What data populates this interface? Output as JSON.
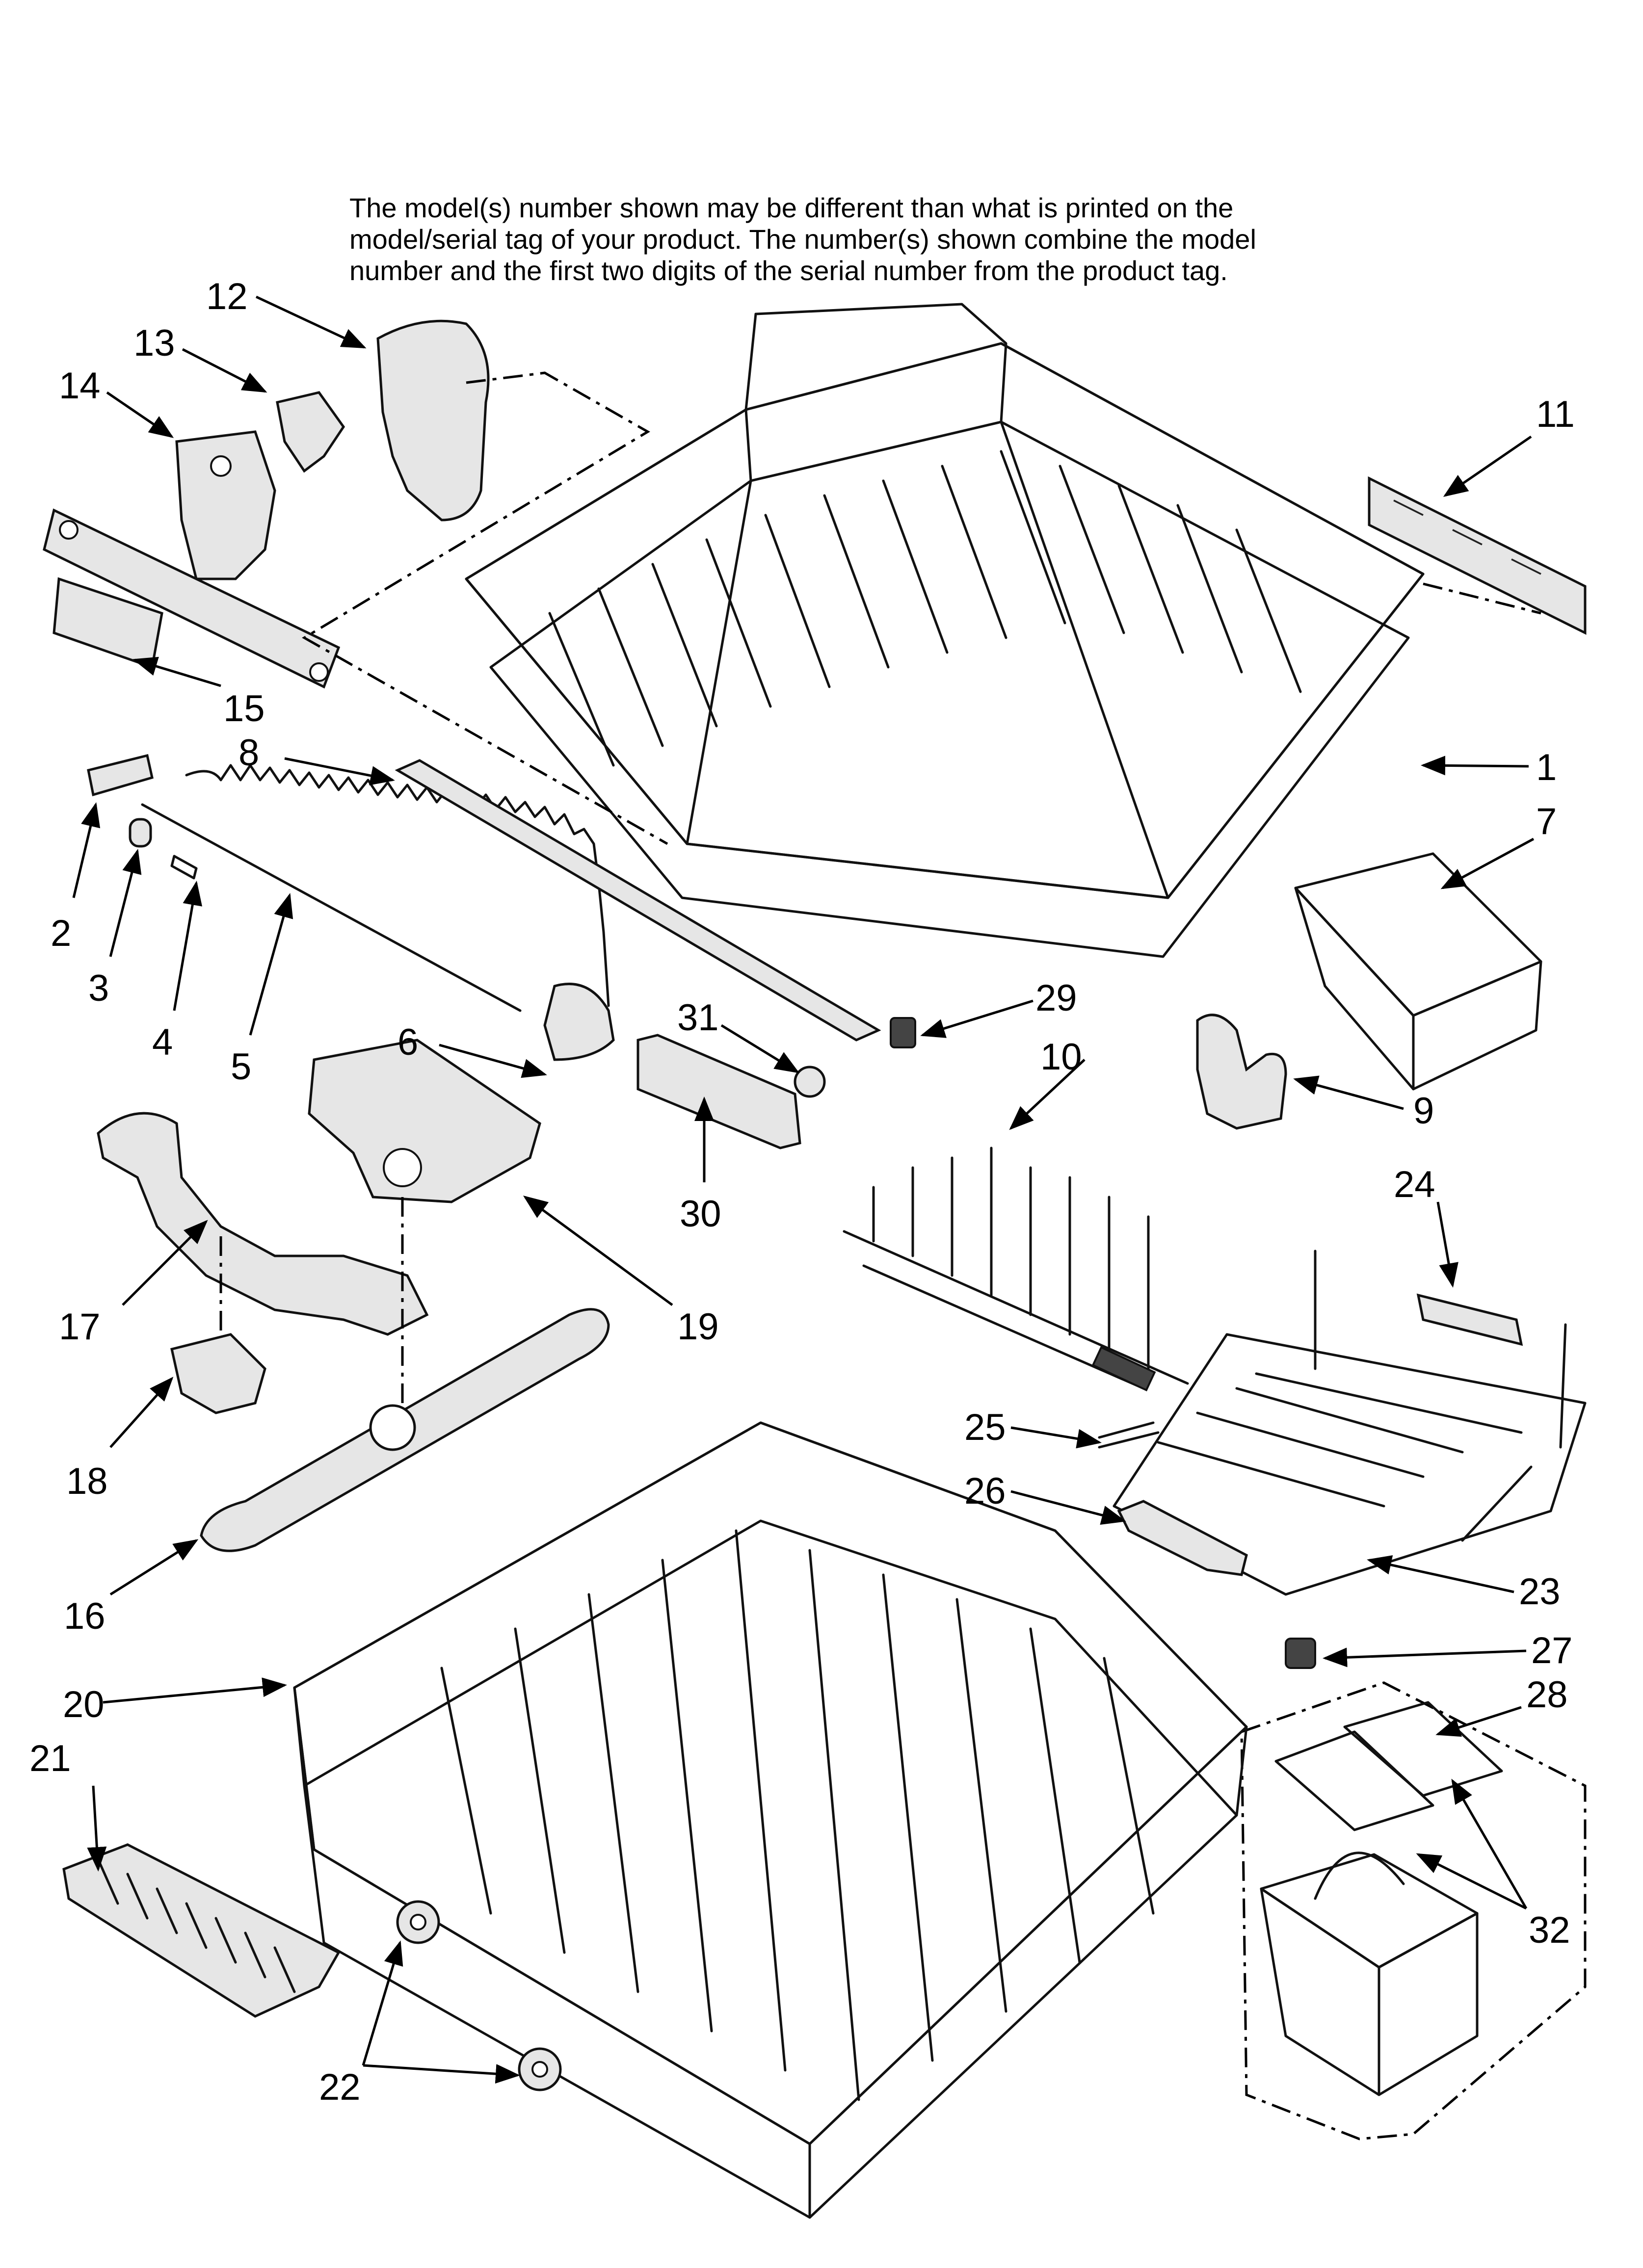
{
  "note": {
    "line1": "The model(s) number shown may be different than what is printed on the",
    "line2": "model/serial tag of your product. The number(s) shown combine the model",
    "line3": "number and the first two digits of the serial number from the product tag."
  },
  "callouts": {
    "c1": "1",
    "c2": "2",
    "c3": "3",
    "c4": "4",
    "c5": "5",
    "c6": "6",
    "c7": "7",
    "c8": "8",
    "c9": "9",
    "c10": "10",
    "c11": "11",
    "c12": "12",
    "c13": "13",
    "c14": "14",
    "c15": "15",
    "c16": "16",
    "c17": "17",
    "c18": "18",
    "c19": "19",
    "c20": "20",
    "c21": "21",
    "c22": "22",
    "c23": "23",
    "c24": "24",
    "c25": "25",
    "c26": "26",
    "c27": "27",
    "c28": "28",
    "c29": "29",
    "c30": "30",
    "c31": "31",
    "c32": "32"
  }
}
